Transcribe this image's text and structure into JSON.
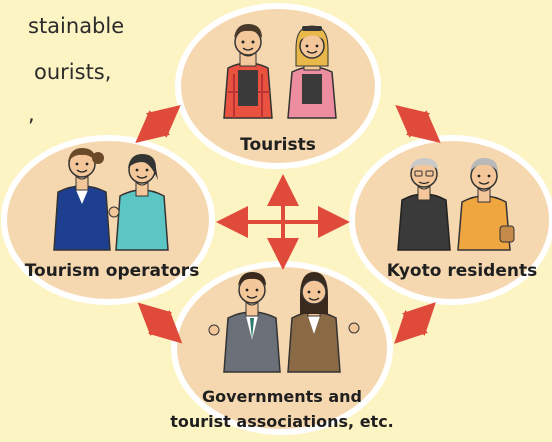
{
  "background_color": "#fdf4c4",
  "intro_text_fragments": [
    "stainable",
    "ourists,",
    ","
  ],
  "arrow_color": "#e04a3a",
  "ellipse_fill": "#f6d8b0",
  "ellipse_stroke": "#ffffff",
  "nodes": {
    "tourists": {
      "label": "Tourists"
    },
    "operators": {
      "label": "Tourism operators"
    },
    "residents": {
      "label": "Kyoto residents"
    },
    "governments": {
      "label_line1": "Governments and",
      "label_line2": "tourist associations, etc."
    }
  }
}
